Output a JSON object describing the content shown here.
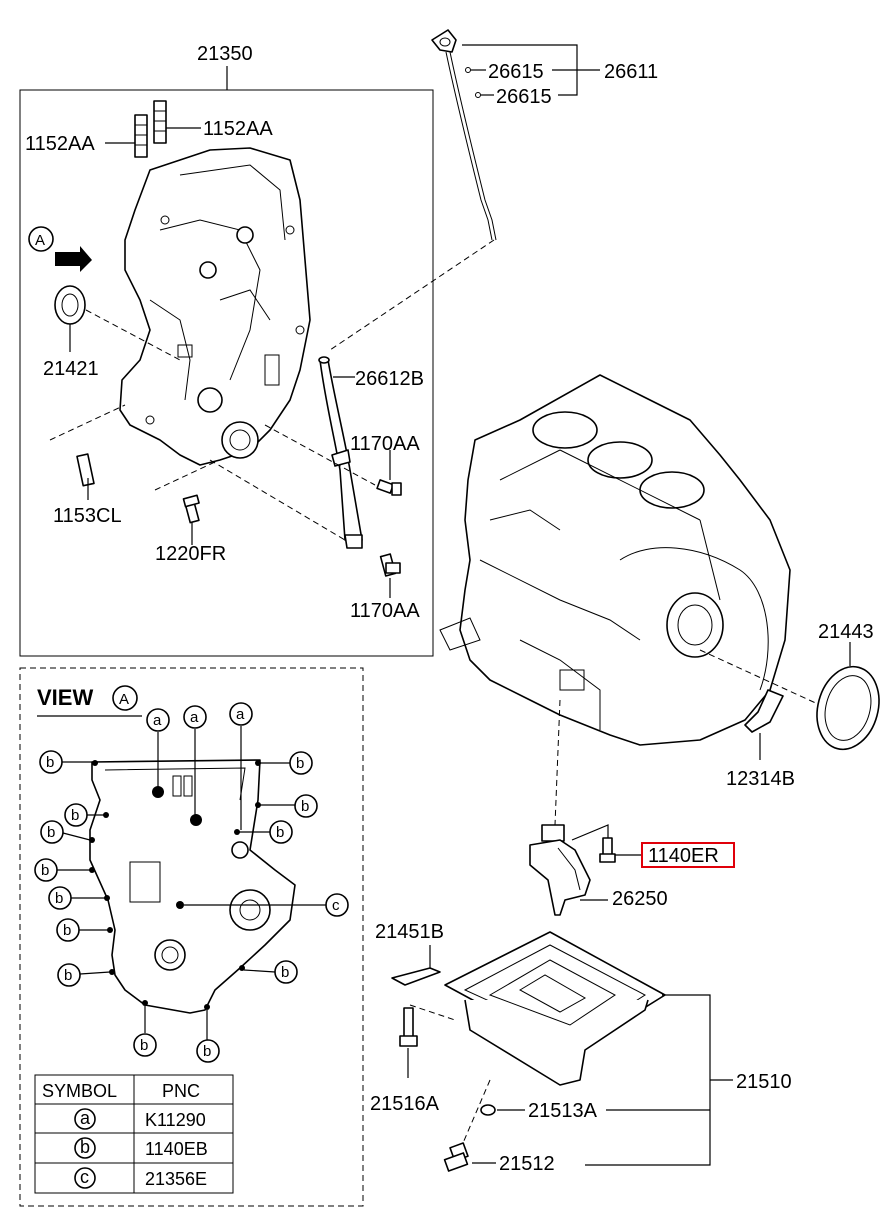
{
  "labels": {
    "p21350": "21350",
    "p1152AA_left": "1152AA",
    "p1152AA_right": "1152AA",
    "p21421": "21421",
    "p1153CL": "1153CL",
    "p1220FR": "1220FR",
    "p26612B": "26612B",
    "p1170AA_top": "1170AA",
    "p1170AA_bottom": "1170AA",
    "p26615_top": "26615",
    "p26615_bottom": "26615",
    "p26611": "26611",
    "p21443": "21443",
    "p12314B": "12314B",
    "p1140ER": "1140ER",
    "p26250": "26250",
    "p21451B": "21451B",
    "p21510": "21510",
    "p21516A": "21516A",
    "p21513A": "21513A",
    "p21512": "21512"
  },
  "view_marker": {
    "letter": "A"
  },
  "view": {
    "title": "VIEW",
    "letter": "A"
  },
  "view_callouts": {
    "a": "a",
    "b": "b",
    "c": "c"
  },
  "symbol_table": {
    "headers": [
      "SYMBOL",
      "PNC"
    ],
    "rows": [
      {
        "symbol": "a",
        "pnc": "K11290"
      },
      {
        "symbol": "b",
        "pnc": "1140EB"
      },
      {
        "symbol": "c",
        "pnc": "21356E"
      }
    ]
  },
  "highlight": {
    "part": "1140ER",
    "color": "#e0000a"
  }
}
